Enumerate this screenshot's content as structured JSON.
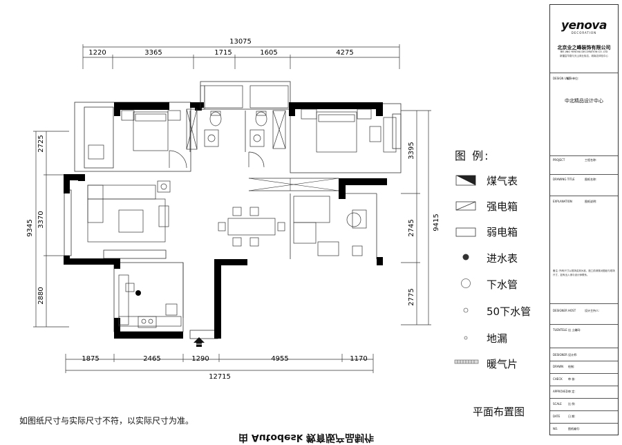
{
  "dimensions": {
    "top_total": "13075",
    "top_segments": [
      "1220",
      "3365",
      "1715",
      "1605",
      "4275"
    ],
    "bottom_total": "12715",
    "bottom_segments": [
      "1875",
      "2465",
      "1290",
      "4955",
      "1170"
    ],
    "left_total": "9345",
    "left_segments": [
      "2725",
      "3370",
      "2880"
    ],
    "right_total": "9415",
    "right_segments": [
      "3395",
      "2745",
      "2775"
    ]
  },
  "legend": {
    "title": "图  例:",
    "items": [
      {
        "label": "煤气表",
        "icon": "gas-meter-icon"
      },
      {
        "label": "强电箱",
        "icon": "strong-power-box-icon"
      },
      {
        "label": "弱电箱",
        "icon": "weak-power-box-icon"
      },
      {
        "label": "进水表",
        "icon": "water-meter-icon"
      },
      {
        "label": "下水管",
        "icon": "drain-pipe-icon"
      },
      {
        "label": "50下水管",
        "icon": "drain-pipe-50-icon"
      },
      {
        "label": "地漏",
        "icon": "floor-drain-icon"
      },
      {
        "label": "暖气片",
        "icon": "radiator-icon"
      }
    ]
  },
  "note": "如图纸尺寸与实际尺寸不符，以实际尺寸为准。",
  "plan_title": "平面布置图",
  "bottom_mirrored": "由 Autodesk 教育版产品制作",
  "title_block": {
    "logo": "yenova",
    "logo_sub": "DECORATION",
    "company": "北京业之峰装饰有限公司",
    "company_en": "BEI JING YENOVA DECORATION CO. LTD",
    "address": "新疆富华路与天山商业街店，城南店体验中心",
    "design_unit_label": "DESIGN UNIT",
    "design_unit_cn": "设计单位:",
    "design_center": "中北精品设计中心",
    "project_label": "PROJECT",
    "project_cn": "工程名称:",
    "drawing_title_label": "DRAWING TITLE",
    "drawing_title_cn": "图纸名称:",
    "explanation_label": "EXPLANATION",
    "explanation_cn": "图纸说明:",
    "notes": "备注: 所有尺寸以现场实测为准，施工前请核对图纸与现场尺寸，如有出入请与设计师联系。",
    "designer_host_label": "DESIGNER HOST",
    "designer_host_cn": "设计主持人:",
    "tuentele_label": "TUENTELE",
    "tuentele_cn": "出 土编码:",
    "designer_label": "DESIGNER",
    "designer_cn": "设计师:",
    "drawn_label": "DRAWN",
    "drawn_cn": "绘制:",
    "check_label": "CHECK",
    "check_cn": "审 核:",
    "approved_label": "APPROVED",
    "approved_cn": "审 定:",
    "scale_label": "SCALE",
    "scale_cn": "比 例:",
    "date_label": "DATE",
    "date_cn": "日 期:",
    "no_label": "NO.",
    "no_cn": "图纸编号:"
  }
}
